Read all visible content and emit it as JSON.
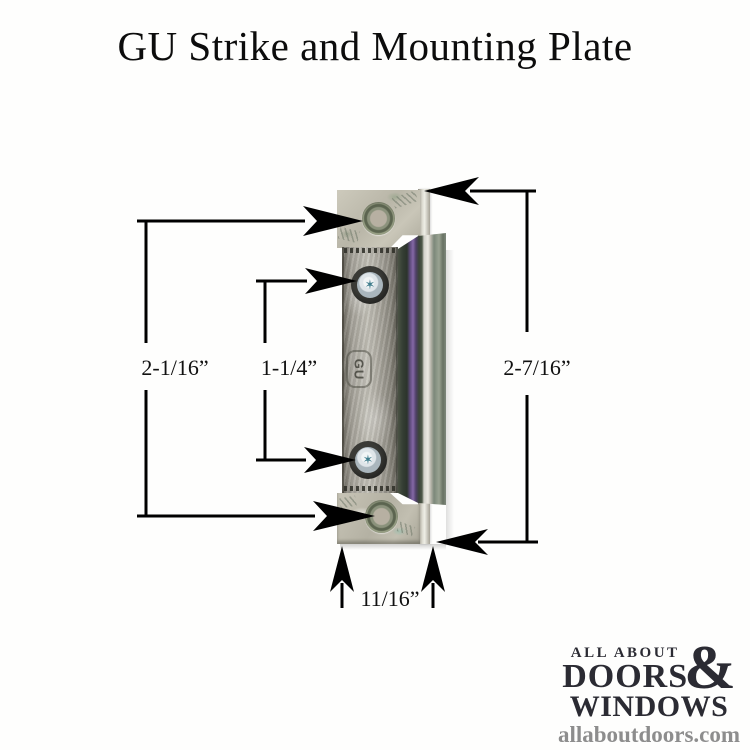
{
  "title": "GU Strike and Mounting Plate",
  "annotations": {
    "dim_left": "2-1/16”",
    "dim_center": "1-1/4”",
    "dim_right": "2-7/16”",
    "dim_bottom": "11/16”"
  },
  "product": {
    "stamp": "GU"
  },
  "icons": {
    "torx_star": "✶"
  },
  "logo": {
    "line1": "ALL ABOUT",
    "line2": "DOORS",
    "ampersand": "&",
    "line3": "WINDOWS",
    "website": "allaboutdoors.com"
  },
  "colors": {
    "annotation": "#000000",
    "logo_text": "#2b2b33",
    "logo_site": "#8d8d8d",
    "zinc_light": "#c9c6b8",
    "zinc_dark": "#77746b",
    "iridescent_purple": "#8468a6",
    "channel_green": "#3a4438"
  }
}
